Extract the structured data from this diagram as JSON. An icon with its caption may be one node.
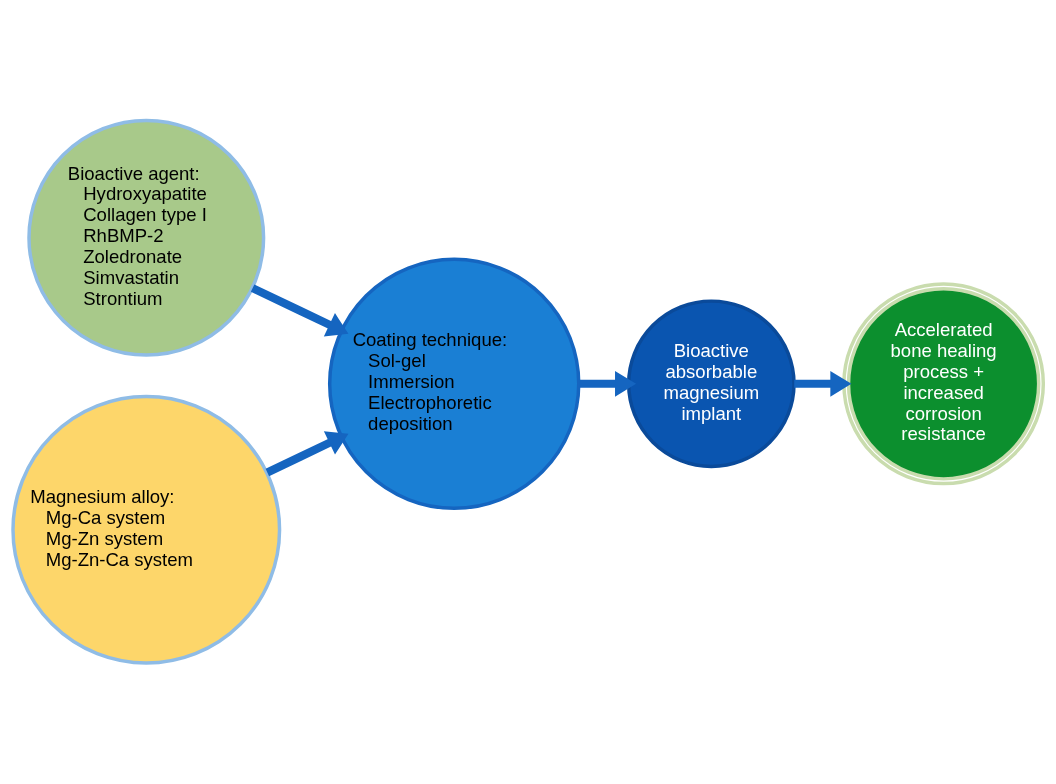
{
  "diagram": {
    "nodes": [
      {
        "text": [
          "Bioactive agent:",
          "Hydroxyapatite",
          "Collagen type I",
          "RhBMP-2",
          "Zoledronate",
          "Simvastatin",
          "Strontium"
        ]
      },
      {
        "text": [
          "Coating technique:",
          "Sol-gel",
          "Immersion",
          "Electrophoretic deposition"
        ]
      },
      {
        "text": [
          "Bioactive absorbable magnesium implant"
        ]
      },
      {
        "text": [
          "Accelerated bone healing process + increased corrosion resistance"
        ]
      },
      {
        "text": [
          "Magnesium alloy:",
          "Mg-Ca system",
          "Mg-Zn system",
          "Mg-Zn-Ca system"
        ]
      }
    ],
    "edges": [
      {
        "from": 0,
        "to": 1,
        "arrow": "to"
      },
      {
        "from": 4,
        "to": 1,
        "arrow": "to"
      },
      {
        "from": 1,
        "to": 2,
        "arrow": "to"
      },
      {
        "from": 2,
        "to": 3,
        "arrow": "to"
      }
    ]
  }
}
